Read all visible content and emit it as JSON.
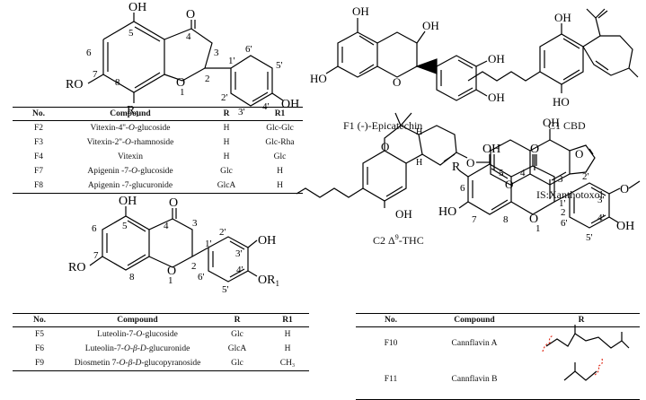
{
  "structure_a": {
    "atoms": {
      "OH": "OH",
      "O_keto": "O",
      "n5": "5",
      "n4": "4",
      "n3": "3",
      "n6": "6",
      "n7": "7",
      "n8": "8",
      "n2": "2",
      "n1": "1",
      "n1p": "1'",
      "n2p": "2'",
      "n3p": "3'",
      "n4p": "4'",
      "n5p": "5'",
      "n6p": "6'",
      "O_ring": "O",
      "RO": "RO",
      "R1": "R",
      "R1_sub": "1",
      "OH_4p": "OH"
    }
  },
  "table_a": {
    "headers": [
      "No.",
      "Compound",
      "R",
      "R1"
    ],
    "rows": [
      {
        "no": "F2",
        "compound_pre": "Vitexin-4''-",
        "compound_it": "O",
        "compound_post": "-glucoside",
        "r": "H",
        "r1": "Glc-Glc"
      },
      {
        "no": "F3",
        "compound_pre": "Vitexin-2''-",
        "compound_it": "O",
        "compound_post": "-rhamnoside",
        "r": "H",
        "r1": "Glc-Rha"
      },
      {
        "no": "F4",
        "compound_pre": "Vitexin",
        "compound_it": "",
        "compound_post": "",
        "r": "H",
        "r1": "Glc"
      },
      {
        "no": "F7",
        "compound_pre": "Apigenin -7-",
        "compound_it": "O",
        "compound_post": "-glucoside",
        "r": "Glc",
        "r1": "H"
      },
      {
        "no": "F8",
        "compound_pre": "Apigenin -7-glucuronide",
        "compound_it": "",
        "compound_post": "",
        "r": "GlcA",
        "r1": "H"
      }
    ]
  },
  "structure_f1": {
    "caption": "F1 (-)-Epicatechin",
    "atoms": {
      "OH_top": "OH",
      "OH_3": "OH",
      "HO_7": "HO",
      "O": "O",
      "OH_3p": "OH",
      "OH_4p": "OH"
    }
  },
  "structure_c1": {
    "caption": "C1 CBD",
    "atoms": {
      "OH_top": "OH",
      "HO_bot": "HO"
    }
  },
  "structure_c2": {
    "caption_pre": "C2 Δ",
    "caption_sup": "9",
    "caption_post": "-THC",
    "atoms": {
      "O": "O",
      "H1": "H",
      "H2": "H",
      "OH": "OH"
    }
  },
  "structure_is": {
    "caption": "IS:Xanthotoxol",
    "atoms": {
      "OH": "OH",
      "O_keto": "O",
      "O_ring": "O",
      "O_furan": "O"
    }
  },
  "structure_b": {
    "atoms": {
      "OH_5": "OH",
      "O_keto": "O",
      "n5": "5",
      "n4": "4",
      "n3": "3",
      "n6": "6",
      "n7": "7",
      "n8": "8",
      "n2": "2",
      "n1": "1",
      "n1p": "1'",
      "n2p": "2'",
      "n3p": "3'",
      "n4p": "4'",
      "n5p": "5'",
      "n6p": "6'",
      "O_ring": "O",
      "RO": "RO",
      "OH_3p": "OH",
      "OR1": "OR",
      "OR1_sub": "1"
    }
  },
  "table_b": {
    "headers": [
      "No.",
      "Compound",
      "R",
      "R1"
    ],
    "rows": [
      {
        "no": "F5",
        "compound_pre": "Luteolin-7-",
        "compound_it": "O",
        "compound_post": "-glucoside",
        "r": "Glc",
        "r1": "H"
      },
      {
        "no": "F6",
        "compound_pre": "Luteolin-7-",
        "compound_it": "O-β-D",
        "compound_post": "-glucuronide",
        "r": "GlcA",
        "r1": "H"
      },
      {
        "no": "F9",
        "compound_pre": "Diosmetin 7-",
        "compound_it": "O-β-D",
        "compound_post": "-glucopyranoside",
        "r": "Glc",
        "r1": "CH₃"
      }
    ]
  },
  "structure_c": {
    "atoms": {
      "R": "R",
      "OH_5": "OH",
      "O_keto": "O",
      "n5": "5",
      "n4": "4",
      "n3": "3",
      "n6": "6",
      "n7": "7",
      "n8": "8",
      "n2": "2",
      "n1": "1",
      "n1p": "1'",
      "n2p": "2'",
      "n3p": "3'",
      "n4p": "4'",
      "n5p": "5'",
      "n6p": "6'",
      "O_ring": "O",
      "HO_7": "HO",
      "O_methoxy": "O",
      "OH_4p": "OH"
    }
  },
  "table_c": {
    "headers": [
      "No.",
      "Compound",
      "R"
    ],
    "rows": [
      {
        "no": "F10",
        "compound": "Cannflavin A"
      },
      {
        "no": "F11",
        "compound": "Cannflavin B"
      }
    ]
  },
  "colors": {
    "bond": "#000000",
    "attachment_mark": "#e0301e"
  }
}
